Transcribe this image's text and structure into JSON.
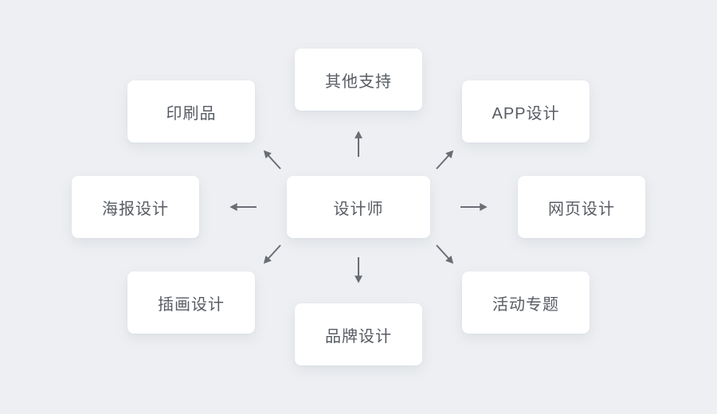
{
  "diagram": {
    "center": {
      "id": "designer",
      "label": "设计师"
    },
    "nodes": [
      {
        "id": "print",
        "label": "印刷品",
        "position": "top-left"
      },
      {
        "id": "other-support",
        "label": "其他支持",
        "position": "top"
      },
      {
        "id": "app-design",
        "label": "APP设计",
        "position": "top-right"
      },
      {
        "id": "poster-design",
        "label": "海报设计",
        "position": "left"
      },
      {
        "id": "web-design",
        "label": "网页设计",
        "position": "right"
      },
      {
        "id": "illustration-design",
        "label": "插画设计",
        "position": "bottom-left"
      },
      {
        "id": "brand-design",
        "label": "品牌设计",
        "position": "bottom"
      },
      {
        "id": "event-special",
        "label": "活动专题",
        "position": "bottom-right"
      }
    ],
    "edges": [
      {
        "from": "设计师",
        "to": "印刷品",
        "direction": "up-left"
      },
      {
        "from": "设计师",
        "to": "其他支持",
        "direction": "up"
      },
      {
        "from": "设计师",
        "to": "APP设计",
        "direction": "up-right"
      },
      {
        "from": "设计师",
        "to": "海报设计",
        "direction": "left"
      },
      {
        "from": "设计师",
        "to": "网页设计",
        "direction": "right"
      },
      {
        "from": "设计师",
        "to": "插画设计",
        "direction": "down-left"
      },
      {
        "from": "设计师",
        "to": "品牌设计",
        "direction": "down"
      },
      {
        "from": "设计师",
        "to": "活动专题",
        "direction": "down-right"
      }
    ],
    "colors": {
      "background": "#edeff2",
      "card_background": "#ffffff",
      "text": "#575c63",
      "arrow": "#6a6e74"
    }
  }
}
